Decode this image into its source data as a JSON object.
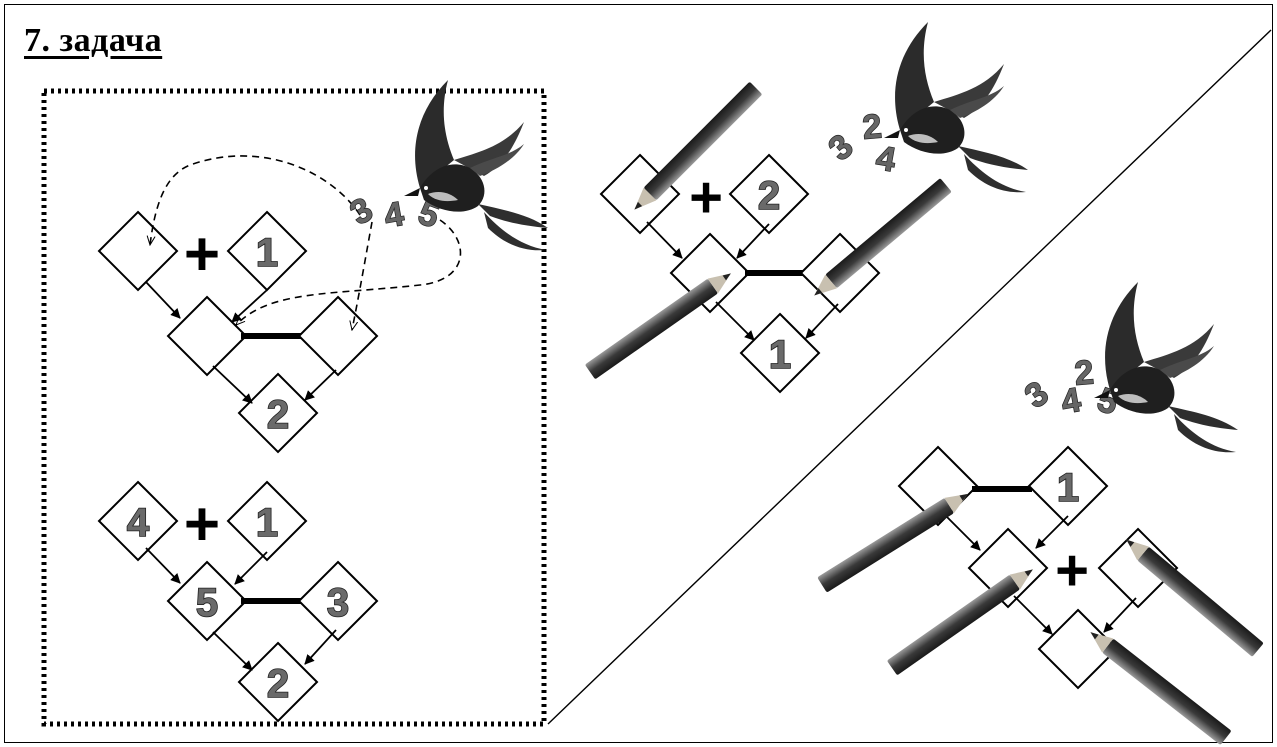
{
  "title": "7. задача",
  "example": {
    "first": {
      "top_left": "",
      "top_op": "+",
      "top_right": "1",
      "mid_left": "",
      "mid_op": "—",
      "mid_right": "",
      "result": "2",
      "choices": [
        "3",
        "4",
        "5"
      ]
    },
    "second": {
      "top_left": "4",
      "top_op": "+",
      "top_right": "1",
      "mid_left": "5",
      "mid_op": "—",
      "mid_right": "3",
      "result": "2"
    }
  },
  "task_a": {
    "top_left": "",
    "top_op": "+",
    "top_right": "2",
    "mid_left": "",
    "mid_op": "—",
    "mid_right": "",
    "result": "1",
    "choices": [
      "3",
      "2",
      "4"
    ]
  },
  "task_b": {
    "top_left": "",
    "top_op": "—",
    "top_right": "1",
    "mid_left": "",
    "mid_op": "+",
    "mid_right": "",
    "result": "",
    "choices": [
      "3",
      "4",
      "2",
      "5"
    ]
  },
  "colors": {
    "ink": "#000000",
    "digit_fill": "#6a6a6a",
    "bird": "#2a2a2a",
    "pencil": "#5a5a5a"
  }
}
